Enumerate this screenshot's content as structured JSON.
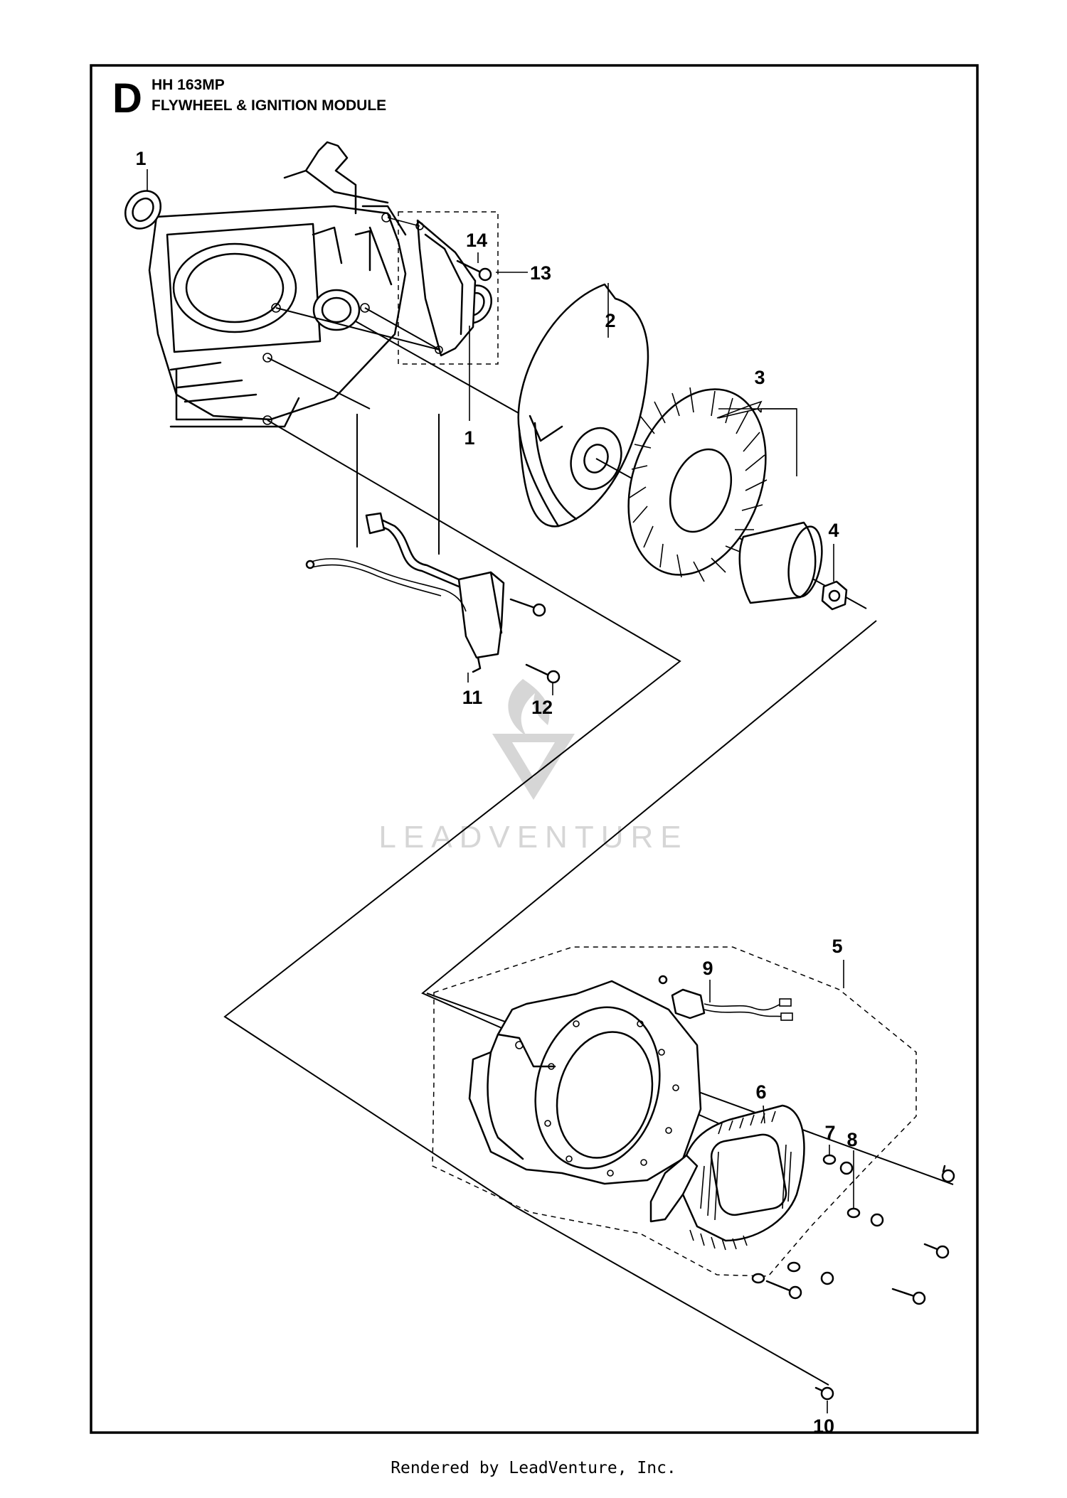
{
  "diagram": {
    "section_letter": "D",
    "model": "HH 163MP",
    "title": "FLYWHEEL & IGNITION MODULE",
    "watermark": "LEADVENTURE",
    "callouts": [
      "1",
      "1",
      "2",
      "3",
      "4",
      "5",
      "6",
      "7",
      "8",
      "9",
      "10",
      "11",
      "12",
      "13",
      "14"
    ]
  },
  "footer": {
    "text": "Rendered by LeadVenture, Inc."
  },
  "colors": {
    "line": "#000000",
    "background": "#ffffff",
    "watermark": "#d6d6d6"
  }
}
